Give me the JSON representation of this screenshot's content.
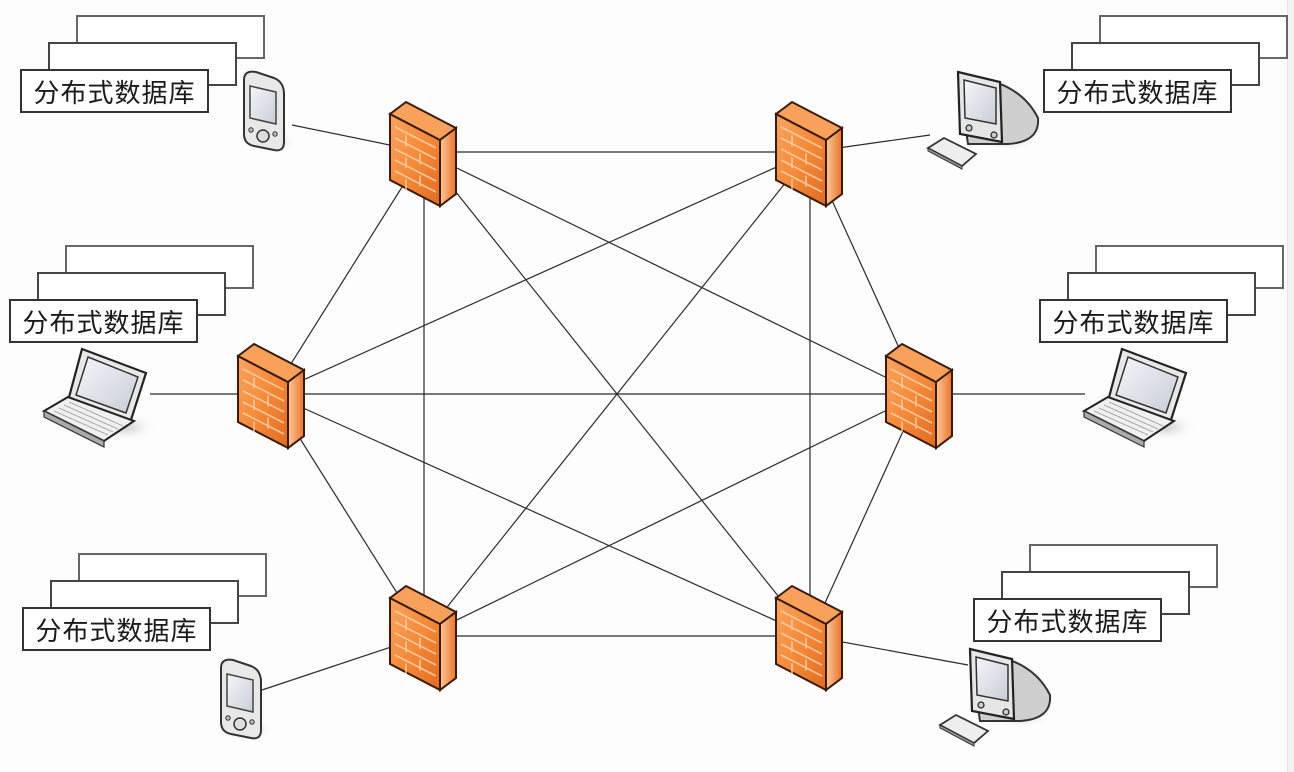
{
  "diagram": {
    "type": "network-topology",
    "description": "Full-mesh network of six firewalls, each connected to a client device with a distributed database",
    "colors": {
      "firewall_fill": "#f58a3a",
      "firewall_dark": "#c9561a",
      "firewall_light": "#fbb27a",
      "link_line": "#2b2b2b",
      "device_gray": "#d9d9d9"
    },
    "firewalls": [
      {
        "id": "fw-top-left",
        "label": ""
      },
      {
        "id": "fw-top-right",
        "label": ""
      },
      {
        "id": "fw-mid-left",
        "label": ""
      },
      {
        "id": "fw-mid-right",
        "label": ""
      },
      {
        "id": "fw-bottom-left",
        "label": ""
      },
      {
        "id": "fw-bottom-right",
        "label": ""
      }
    ],
    "mesh_links": [
      [
        "fw-top-left",
        "fw-top-right"
      ],
      [
        "fw-top-left",
        "fw-mid-left"
      ],
      [
        "fw-top-left",
        "fw-mid-right"
      ],
      [
        "fw-top-left",
        "fw-bottom-left"
      ],
      [
        "fw-top-left",
        "fw-bottom-right"
      ],
      [
        "fw-top-right",
        "fw-mid-left"
      ],
      [
        "fw-top-right",
        "fw-mid-right"
      ],
      [
        "fw-top-right",
        "fw-bottom-left"
      ],
      [
        "fw-top-right",
        "fw-bottom-right"
      ],
      [
        "fw-mid-left",
        "fw-mid-right"
      ],
      [
        "fw-mid-left",
        "fw-bottom-left"
      ],
      [
        "fw-mid-left",
        "fw-bottom-right"
      ],
      [
        "fw-mid-right",
        "fw-bottom-left"
      ],
      [
        "fw-mid-right",
        "fw-bottom-right"
      ],
      [
        "fw-bottom-left",
        "fw-bottom-right"
      ]
    ],
    "clients": [
      {
        "id": "client-top-left",
        "device": "pda",
        "firewall": "fw-top-left",
        "db_label": "分布式数据库"
      },
      {
        "id": "client-top-right",
        "device": "desktop",
        "firewall": "fw-top-right",
        "db_label": "分布式数据库"
      },
      {
        "id": "client-mid-left",
        "device": "laptop",
        "firewall": "fw-mid-left",
        "db_label": "分布式数据库"
      },
      {
        "id": "client-mid-right",
        "device": "laptop",
        "firewall": "fw-mid-right",
        "db_label": "分布式数据库"
      },
      {
        "id": "client-bottom-left",
        "device": "pda",
        "firewall": "fw-bottom-left",
        "db_label": "分布式数据库"
      },
      {
        "id": "client-bottom-right",
        "device": "desktop",
        "firewall": "fw-bottom-right",
        "db_label": "分布式数据库"
      }
    ]
  }
}
